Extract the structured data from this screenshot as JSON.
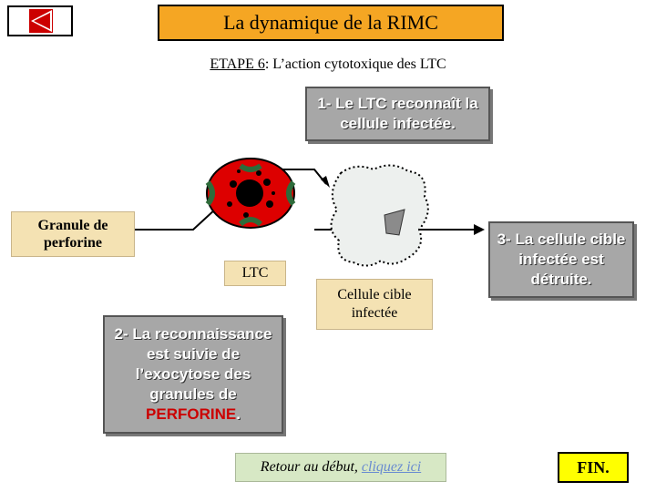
{
  "header": {
    "title": "La dynamique de la RIMC"
  },
  "step": {
    "label": "ETAPE 6",
    "colon": ":",
    "description": " L’action cytotoxique des LTC"
  },
  "captions": {
    "c1": "1- Le LTC reconnaît la cellule infectée.",
    "c2_text": "2- La reconnaissance est suivie de l’exocytose des granules de ",
    "c2_highlight": "PERFORINE",
    "c2_end": ".",
    "c3": "3- La cellule cible infectée est détruite."
  },
  "labels": {
    "granule": "Granule de perforine",
    "ltc": "LTC",
    "target": "Cellule cible infectée"
  },
  "footer": {
    "return_text": "Retour au début,",
    "return_link": "cliquez ici",
    "fin": "FIN."
  },
  "colors": {
    "title_bg": "#f5a623",
    "caption_bg": "#a7a7a7",
    "label_bg": "#f4e2b3",
    "ltc_cell": "#dd0000",
    "receptor": "#2e6b3a",
    "perforine": "#cc0000",
    "fin_bg": "#ffff00",
    "return_bg": "#d7e8c5"
  }
}
